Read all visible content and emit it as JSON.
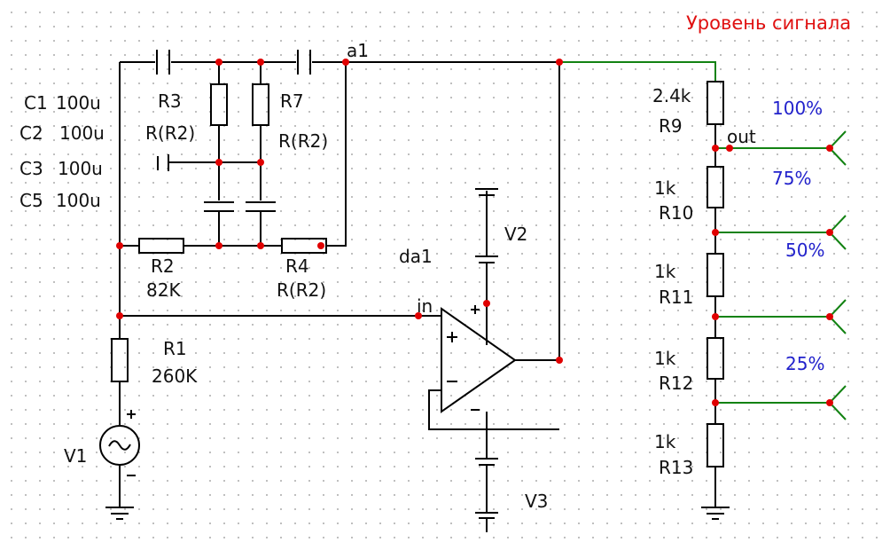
{
  "title": "Уровень сигнала",
  "nodes": {
    "a1": "a1",
    "in": "in",
    "out": "out"
  },
  "components": {
    "c1": {
      "name": "C1",
      "value": "100u"
    },
    "c2": {
      "name": "C2",
      "value": "100u"
    },
    "c3": {
      "name": "C3",
      "value": "100u"
    },
    "c5": {
      "name": "C5",
      "value": "100u"
    },
    "r3": {
      "name": "R3",
      "value": "R(R2)"
    },
    "r7": {
      "name": "R7",
      "value": "R(R2)"
    },
    "r2": {
      "name": "R2",
      "value": "82K"
    },
    "r4": {
      "name": "R4",
      "value": "R(R2)"
    },
    "r1": {
      "name": "R1",
      "value": "260K"
    },
    "v1": {
      "name": "V1"
    },
    "v2": {
      "name": "V2"
    },
    "v3": {
      "name": "V3"
    },
    "da1": {
      "name": "da1"
    },
    "r9": {
      "name": "R9",
      "value": "2.4k"
    },
    "r10": {
      "name": "R10",
      "value": "1k"
    },
    "r11": {
      "name": "R11",
      "value": "1k"
    },
    "r12": {
      "name": "R12",
      "value": "1k"
    },
    "r13": {
      "name": "R13",
      "value": "1k"
    }
  },
  "levels": [
    "100%",
    "75%",
    "50%",
    "25%"
  ],
  "colors": {
    "wire": "#000000",
    "output_wire": "#128212",
    "junction": "#e00000",
    "title": "#e01010",
    "level_text": "#2222cc"
  }
}
